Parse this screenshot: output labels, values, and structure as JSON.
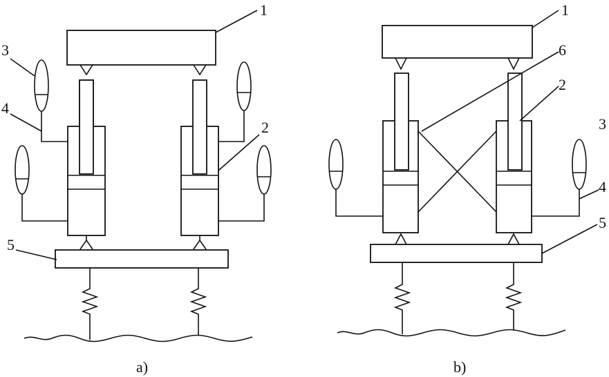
{
  "diagrams": [
    {
      "caption": "a)",
      "callouts": [
        "1",
        "3",
        "4",
        "2",
        "5"
      ]
    },
    {
      "caption": "b)",
      "callouts": [
        "1",
        "6",
        "2",
        "3",
        "4",
        "5"
      ]
    }
  ]
}
